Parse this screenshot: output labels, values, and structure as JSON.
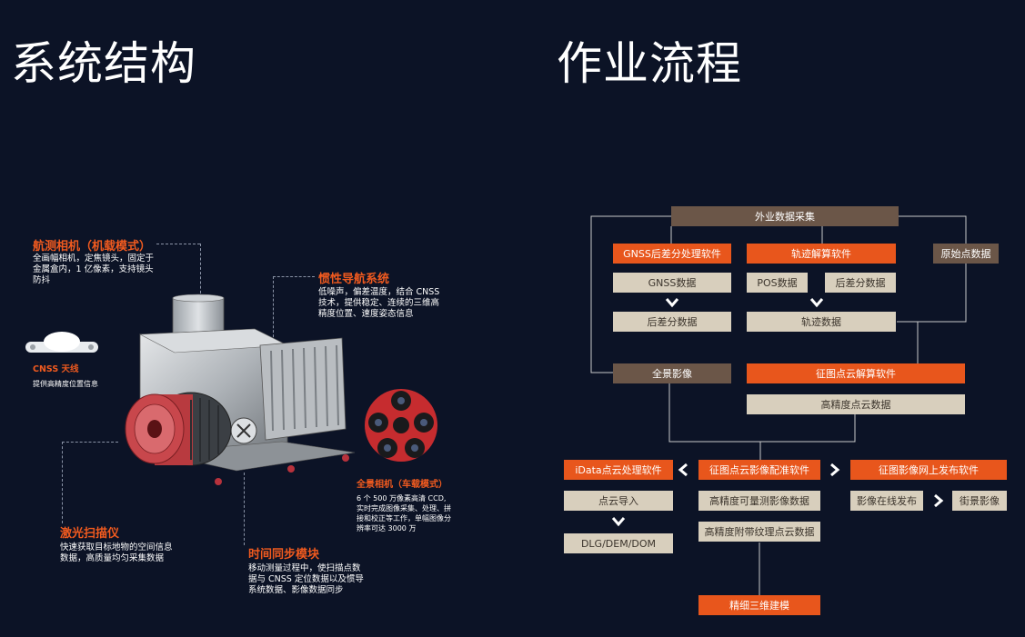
{
  "titles": {
    "left": "系统结构",
    "right": "作业流程"
  },
  "structure": {
    "aerial_camera": {
      "title": "航测相机（机载模式）",
      "desc": [
        "全画幅相机，定焦镜头，固定于",
        "金属盒内，1 亿像素，支持镜头",
        "防抖"
      ]
    },
    "ins": {
      "title": "惯性导航系统",
      "desc": [
        "低噪声，偏差温度，结合 CNSS",
        "技术，提供稳定、连续的三维高",
        "精度位置、速度姿态信息"
      ]
    },
    "antenna": {
      "title": "CNSS 天线",
      "desc": [
        "提供高精度位置信息"
      ]
    },
    "laser": {
      "title": "激光扫描仪",
      "desc": [
        "快速获取目标地物的空间信息",
        "数据，高质量均匀采集数据"
      ]
    },
    "sync": {
      "title": "时间同步模块",
      "desc": [
        "移动测量过程中，使扫描点数",
        "据与 CNSS 定位数据以及惯导",
        "系统数据、影像数据同步"
      ]
    },
    "pano": {
      "title": "全景相机（车载模式）",
      "desc": [
        "6 个 500 万像素高清 CCD,",
        "实时完成图像采集、处理、拼",
        "接和校正等工作，单幅图像分",
        "辨率可达 3000 万"
      ]
    }
  },
  "flow": {
    "field": "外业数据采集",
    "gnss_sw": "GNSS后差分处理软件",
    "traj_sw": "轨迹解算软件",
    "raw_pc": "原始点数据",
    "gnss_data": "GNSS数据",
    "pos_data": "POS数据",
    "diff_data": "后差分数据",
    "diff_data2": "后差分数据",
    "traj_data": "轨迹数据",
    "pano": "全景影像",
    "pc_sw": "征图点云解算软件",
    "hp_pc": "高精度点云数据",
    "idata": "iData点云处理软件",
    "register": "征图点云影像配准软件",
    "publish": "征图影像网上发布软件",
    "import": "点云导入",
    "measurable": "高精度可量测影像数据",
    "online": "影像在线发布",
    "street": "街景影像",
    "dlg": "DLG/DEM/DOM",
    "textured": "高精度附带纹理点云数据",
    "model": "精细三维建模"
  },
  "colors": {
    "bg": "#0c1326",
    "brown": "#6b5648",
    "orange": "#e8561c",
    "beige": "#d8cfbd",
    "accent": "#f05a1f"
  }
}
